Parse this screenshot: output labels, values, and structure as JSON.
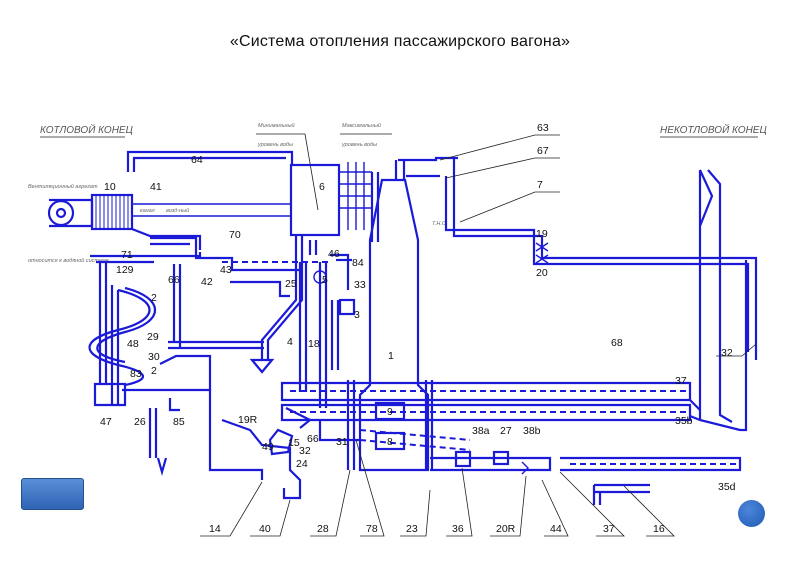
{
  "slide": {
    "title": "«Система отопления пассажирского вагона»"
  },
  "diagram": {
    "end_labels": {
      "left": "КОТЛОВОЙ КОНЕЦ",
      "right": "НЕКОТЛОВОЙ КОНЕЦ"
    },
    "water_level": {
      "min": [
        "Минимальный",
        "уровень воды"
      ],
      "max": [
        "Максимальный",
        "уровень воды"
      ]
    },
    "small_notes": [
      "Вентиляционный агрегат",
      "канал",
      "возд-ный",
      "относится к водяной системе",
      "Т.Н.С."
    ],
    "numbers": [
      "63",
      "67",
      "7",
      "64",
      "10",
      "41",
      "6",
      "70",
      "19",
      "20",
      "71",
      "129",
      "66",
      "42",
      "43",
      "46",
      "84",
      "5",
      "25",
      "33",
      "2",
      "3",
      "29",
      "4",
      "18",
      "1",
      "30",
      "2",
      "48",
      "83",
      "68",
      "32",
      "37",
      "35b",
      "47",
      "26",
      "85",
      "9",
      "8",
      "19R",
      "66",
      "31",
      "38a",
      "27",
      "38b",
      "49",
      "15",
      "32",
      "24",
      "35d",
      "14",
      "40",
      "28",
      "78",
      "23",
      "36",
      "20R",
      "44",
      "37",
      "16"
    ]
  },
  "colors": {
    "pipe": "#1a1ad8",
    "nav_button": "#2f63b4"
  },
  "controls": {
    "nav_button_icon": "blank-rect",
    "circle_button_icon": "blank-circle"
  }
}
